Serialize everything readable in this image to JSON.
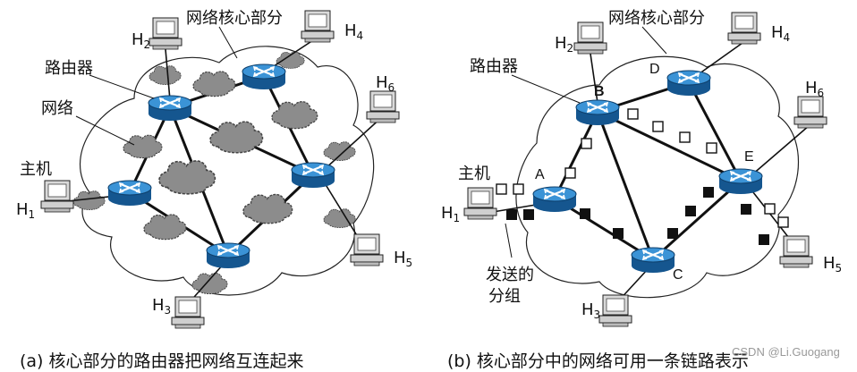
{
  "panel_a": {
    "core_label": "网络核心部分",
    "router_label": "路由器",
    "network_label": "网络",
    "host_label": "主机",
    "hosts": [
      {
        "letter": "H",
        "sub": "1"
      },
      {
        "letter": "H",
        "sub": "2"
      },
      {
        "letter": "H",
        "sub": "3"
      },
      {
        "letter": "H",
        "sub": "4"
      },
      {
        "letter": "H",
        "sub": "5"
      },
      {
        "letter": "H",
        "sub": "6"
      }
    ],
    "caption": "(a)  核心部分的路由器把网络互连起来"
  },
  "panel_b": {
    "core_label": "网络核心部分",
    "router_label": "路由器",
    "host_label": "主机",
    "packets_label_1": "发送的",
    "packets_label_2": "分组",
    "nodes": [
      "A",
      "B",
      "C",
      "D",
      "E"
    ],
    "hosts": [
      {
        "letter": "H",
        "sub": "1"
      },
      {
        "letter": "H",
        "sub": "2"
      },
      {
        "letter": "H",
        "sub": "3"
      },
      {
        "letter": "H",
        "sub": "4"
      },
      {
        "letter": "H",
        "sub": "5"
      },
      {
        "letter": "H",
        "sub": "6"
      }
    ],
    "caption": "(b)  核心部分中的网络可用一条链路表示"
  },
  "watermark": "CSDN @Li.Guogang",
  "colors": {
    "router_top": "#2a7fc0",
    "router_side": "#15568f",
    "cloud_gray": "#8c8c8c",
    "packet_black": "#111111",
    "packet_white": "#ffffff"
  }
}
